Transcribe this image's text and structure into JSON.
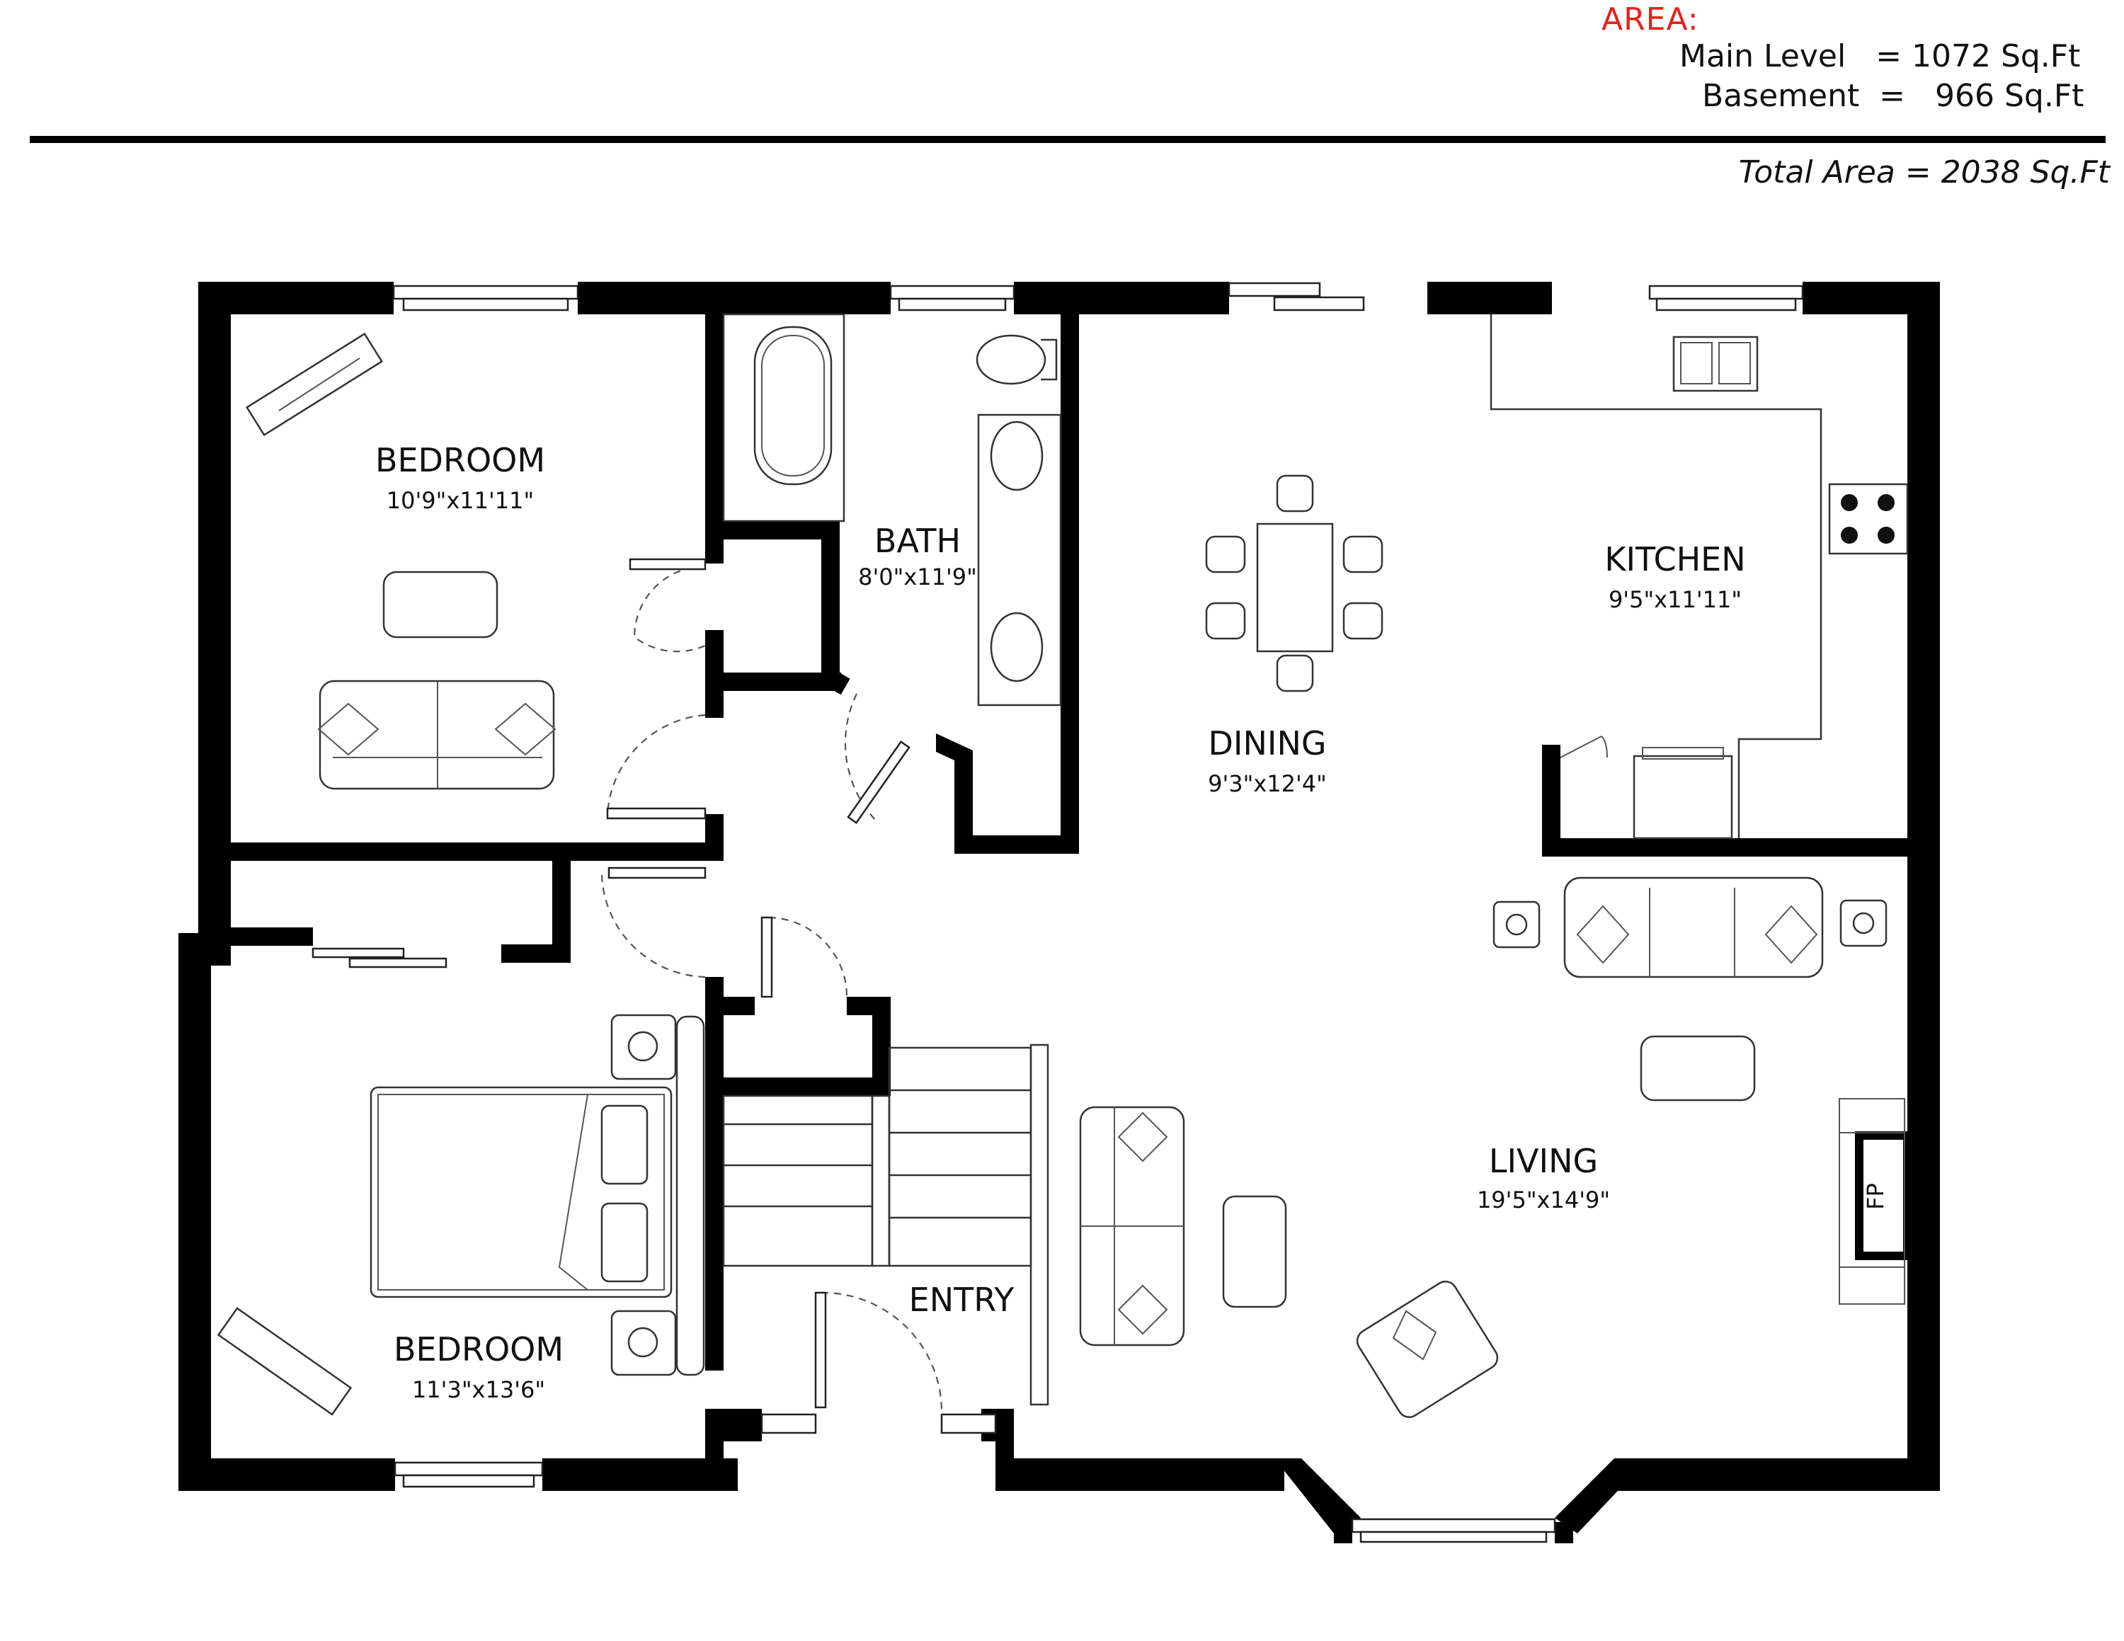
{
  "area_box": {
    "heading": "AREA:",
    "main_level": "Main Level   = 1072 Sq.Ft",
    "basement": "Basement  =   966 Sq.Ft",
    "total": "Total Area = 2038 Sq.Ft",
    "heading_color": "#e8211a"
  },
  "rooms": {
    "bedroom1": {
      "name": "BEDROOM",
      "dims": "10'9\"x11'11\""
    },
    "bath": {
      "name": "BATH",
      "dims": "8'0\"x11'9\""
    },
    "dining": {
      "name": "DINING",
      "dims": "9'3\"x12'4\""
    },
    "kitchen": {
      "name": "KITCHEN",
      "dims": "9'5\"x11'11\""
    },
    "living": {
      "name": "LIVING",
      "dims": "19'5\"x14'9\""
    },
    "entry": {
      "name": "ENTRY"
    },
    "bedroom2": {
      "name": "BEDROOM",
      "dims": "11'3\"x13'6\""
    },
    "fireplace": {
      "name": "FP"
    }
  },
  "colors": {
    "wall": "#000000",
    "line": "#333333"
  }
}
